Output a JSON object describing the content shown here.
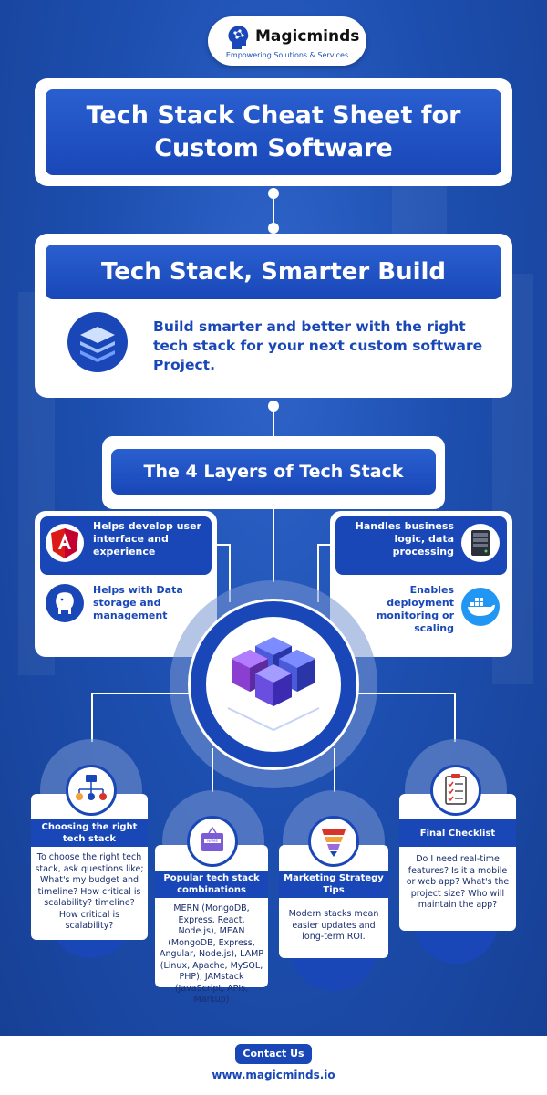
{
  "brand": {
    "name": "Magicminds",
    "tagline": "Empowering Solutions & Services"
  },
  "title": {
    "line1": "Tech Stack Cheat Sheet for",
    "line2": "Custom Software"
  },
  "section2": {
    "heading": "Tech Stack, Smarter Build",
    "body": "Build smarter and better with the right tech stack for your next custom software Project.",
    "icon": "stack-layers-icon"
  },
  "layers": {
    "heading": "The 4 Layers of Tech Stack",
    "items": [
      {
        "text": "Helps develop user interface and experience",
        "icon": "angular-icon"
      },
      {
        "text": "Handles business logic, data processing",
        "icon": "server-icon"
      },
      {
        "text": "Helps with Data storage and management",
        "icon": "postgresql-icon"
      },
      {
        "text": "Enables deployment monitoring or scaling",
        "icon": "docker-icon"
      }
    ],
    "center_icon": "server-cubes-icon"
  },
  "cards": [
    {
      "title": "Choosing the right tech stack",
      "body": "To choose the right tech stack, ask questions like; What's my budget and timeline? How critical is scalability? timeline? How critical is scalability?",
      "icon": "flowchart-icon"
    },
    {
      "title": "Popular tech stack combinations",
      "body": "MERN (MongoDB, Express, React, Node.js), MEAN (MongoDB, Express, Angular, Node.js), LAMP (Linux, Apache, MySQL, PHP), JAMstack (JavaScript, APIs, Markup)",
      "icon": "name-tag-icon"
    },
    {
      "title": "Marketing Strategy Tips",
      "body": "Modern stacks mean easier updates and long-term ROI.",
      "icon": "funnel-icon"
    },
    {
      "title": "Final Checklist",
      "body": "Do I need real-time features? Is it a mobile or web app? What's the project size? Who will maintain the app?",
      "icon": "checklist-icon"
    }
  ],
  "footer": {
    "contact": "Contact Us",
    "website": "www.magicminds.io"
  },
  "colors": {
    "primary": "#1947b8",
    "accent": "#e8e6ff",
    "white": "#ffffff"
  }
}
